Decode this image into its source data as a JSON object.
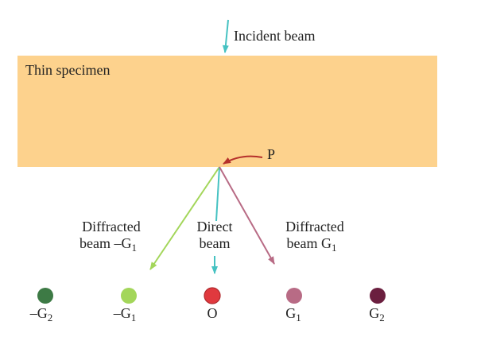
{
  "labels": {
    "incident_beam": "Incident beam",
    "specimen": "Thin specimen",
    "point": "P",
    "diffracted_left_line1": "Diffracted",
    "diffracted_left_line2": "beam –G",
    "diffracted_left_sub": "1",
    "direct_line1": "Direct",
    "direct_line2": "beam",
    "diffracted_right_line1": "Diffracted",
    "diffracted_right_line2": "beam G",
    "diffracted_right_sub": "1"
  },
  "spots": [
    {
      "name": "spot-minus-g2",
      "base": "–G",
      "sub": "2",
      "color": "#3d7a45"
    },
    {
      "name": "spot-minus-g1",
      "base": "–G",
      "sub": "1",
      "color": "#a3d65a"
    },
    {
      "name": "spot-origin",
      "base": "O",
      "sub": "",
      "color": "#e0393e"
    },
    {
      "name": "spot-g1",
      "base": "G",
      "sub": "1",
      "color": "#b86b85"
    },
    {
      "name": "spot-g2",
      "base": "G",
      "sub": "2",
      "color": "#6b1f3f"
    }
  ],
  "colors": {
    "specimen": "#fdd28d",
    "incident_beam": "#46c2c2",
    "direct_beam": "#46c2c2",
    "diffracted_minus_g1": "#a3d65a",
    "diffracted_g1": "#b86b85",
    "pointer_arrow": "#b5302b"
  }
}
